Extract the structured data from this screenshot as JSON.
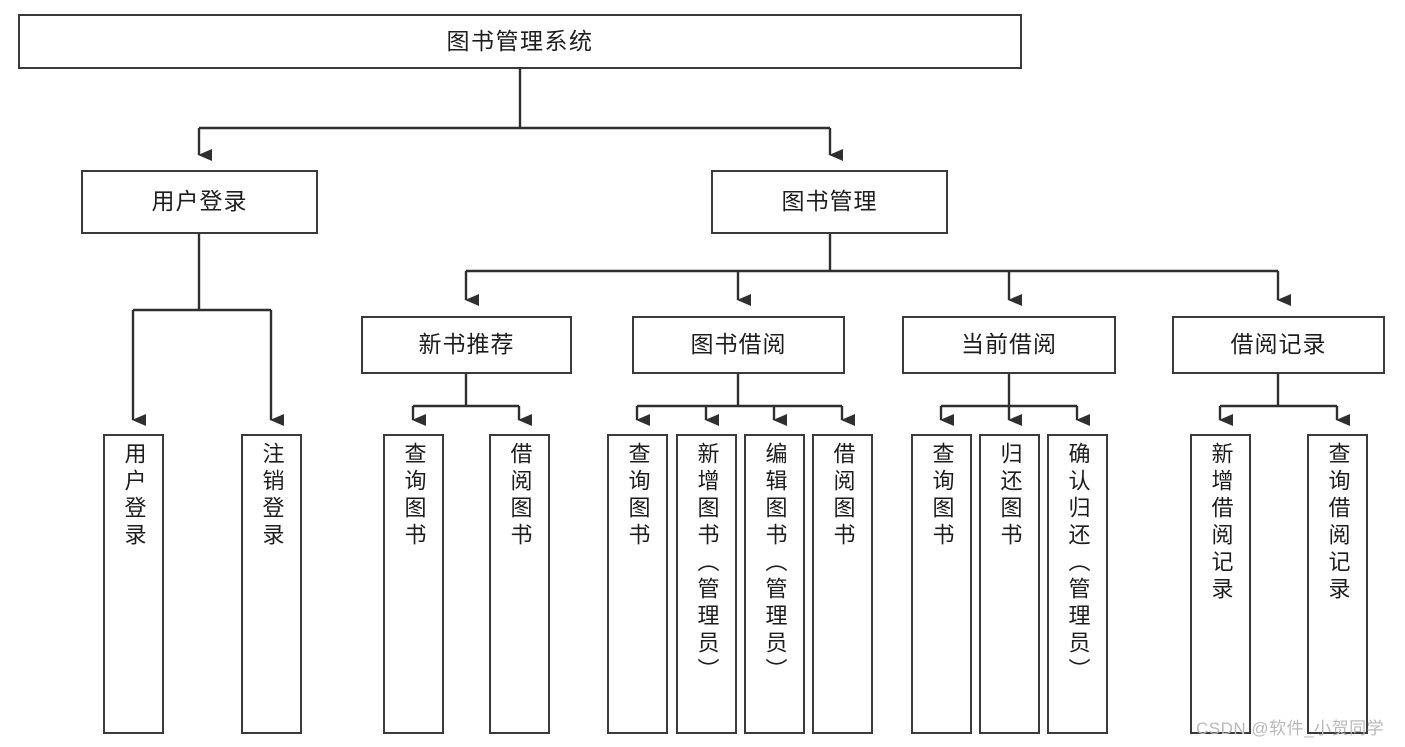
{
  "diagram": {
    "type": "tree",
    "title": "图书管理系统",
    "orientation": "top-down",
    "colors": {
      "node_border": "#3a3a3a",
      "node_fill": "#ffffff",
      "connector": "#2f2f2f",
      "text": "#1d1d1d",
      "watermark": "#b9b9b9",
      "background": "#ffffff"
    },
    "root": {
      "id": "root",
      "label": "图书管理系统"
    },
    "level2": [
      {
        "id": "n-user-login",
        "label": "用户登录"
      },
      {
        "id": "n-book-manage",
        "label": "图书管理"
      }
    ],
    "level3": [
      {
        "id": "n-new-book-rec",
        "label": "新书推荐",
        "parent": "n-book-manage"
      },
      {
        "id": "n-book-borrow",
        "label": "图书借阅",
        "parent": "n-book-manage"
      },
      {
        "id": "n-current-borrow",
        "label": "当前借阅",
        "parent": "n-book-manage"
      },
      {
        "id": "n-borrow-record",
        "label": "借阅记录",
        "parent": "n-book-manage"
      }
    ],
    "leaves": [
      {
        "id": "leaf-user-login",
        "label": "用户登录",
        "parent": "n-user-login"
      },
      {
        "id": "leaf-logout",
        "label": "注销登录",
        "parent": "n-user-login"
      },
      {
        "id": "leaf-query-book-1",
        "label": "查询图书",
        "parent": "n-new-book-rec"
      },
      {
        "id": "leaf-borrow-book-1",
        "label": "借阅图书",
        "parent": "n-new-book-rec"
      },
      {
        "id": "leaf-query-book-2",
        "label": "查询图书",
        "parent": "n-book-borrow"
      },
      {
        "id": "leaf-add-book",
        "label": "新增图书（管理员）",
        "parent": "n-book-borrow"
      },
      {
        "id": "leaf-edit-book",
        "label": "编辑图书（管理员）",
        "parent": "n-book-borrow"
      },
      {
        "id": "leaf-borrow-book-2",
        "label": "借阅图书",
        "parent": "n-book-borrow"
      },
      {
        "id": "leaf-query-book-3",
        "label": "查询图书",
        "parent": "n-current-borrow"
      },
      {
        "id": "leaf-return-book",
        "label": "归还图书",
        "parent": "n-current-borrow"
      },
      {
        "id": "leaf-confirm-return",
        "label": "确认归还（管理员）",
        "parent": "n-current-borrow"
      },
      {
        "id": "leaf-add-record",
        "label": "新增借阅记录",
        "parent": "n-borrow-record"
      },
      {
        "id": "leaf-query-record",
        "label": "查询借阅记录",
        "parent": "n-borrow-record"
      }
    ]
  },
  "watermark": {
    "text": "CSDN @软件_小贺同学"
  }
}
